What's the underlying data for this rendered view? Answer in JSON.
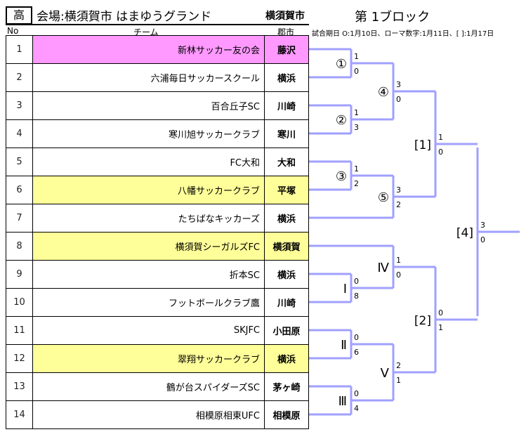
{
  "header": {
    "category": "高",
    "venue": "会場:横須賀市 はまゆうグランド",
    "city": "横須賀市",
    "block": "第 1ブロック",
    "col_no": "No",
    "col_team": "チーム",
    "col_city": "郡市",
    "note": "試合期日 O:1月10日、ローマ数字:1月11日、[ ]:1月17日"
  },
  "colors": {
    "line": "#a0a0ff",
    "pink": "#ff99ff",
    "yellow": "#ffff99"
  },
  "teams": [
    {
      "no": "1",
      "name": "新林サッカー友の会",
      "city": "藤沢",
      "hl": "pink"
    },
    {
      "no": "2",
      "name": "六浦毎日サッカースクール",
      "city": "横浜"
    },
    {
      "no": "3",
      "name": "百合丘子SC",
      "city": "川崎"
    },
    {
      "no": "4",
      "name": "寒川旭サッカークラブ",
      "city": "寒川"
    },
    {
      "no": "5",
      "name": "FC大和",
      "city": "大和"
    },
    {
      "no": "6",
      "name": "八幡サッカークラブ",
      "city": "平塚",
      "hl": "yellow"
    },
    {
      "no": "7",
      "name": "たちばなキッカーズ",
      "city": "横浜"
    },
    {
      "no": "8",
      "name": "横須賀シーガルズFC",
      "city": "横須賀",
      "hl": "yellow"
    },
    {
      "no": "9",
      "name": "折本SC",
      "city": "横浜"
    },
    {
      "no": "10",
      "name": "フットボールクラブ鷹",
      "city": "川崎"
    },
    {
      "no": "11",
      "name": "SKJFC",
      "city": "小田原"
    },
    {
      "no": "12",
      "name": "翠翔サッカークラブ",
      "city": "横浜",
      "hl": "yellow"
    },
    {
      "no": "13",
      "name": "鶴が台スパイダーズSC",
      "city": "茅ヶ崎"
    },
    {
      "no": "14",
      "name": "相模原相東UFC",
      "city": "相模原"
    }
  ],
  "matches": [
    {
      "label": "①",
      "top": "1",
      "bottom": "0"
    },
    {
      "label": "②",
      "top": "1",
      "bottom": "3"
    },
    {
      "label": "③",
      "top": "1",
      "bottom": "2"
    },
    {
      "label": "④",
      "top": "3",
      "bottom": "0"
    },
    {
      "label": "⑤",
      "top": "3",
      "bottom": "2"
    },
    {
      "label": "[1]",
      "top": "1",
      "bottom": "0"
    },
    {
      "label": "Ⅰ",
      "top": "0",
      "bottom": "8"
    },
    {
      "label": "Ⅱ",
      "top": "0",
      "bottom": "6"
    },
    {
      "label": "Ⅲ",
      "top": "0",
      "bottom": "4"
    },
    {
      "label": "Ⅳ",
      "top": "1",
      "bottom": "0"
    },
    {
      "label": "Ⅴ",
      "top": "2",
      "bottom": "1"
    },
    {
      "label": "[2]",
      "top": "0",
      "bottom": "1"
    },
    {
      "label": "[4]",
      "top": "3",
      "bottom": "0"
    }
  ]
}
